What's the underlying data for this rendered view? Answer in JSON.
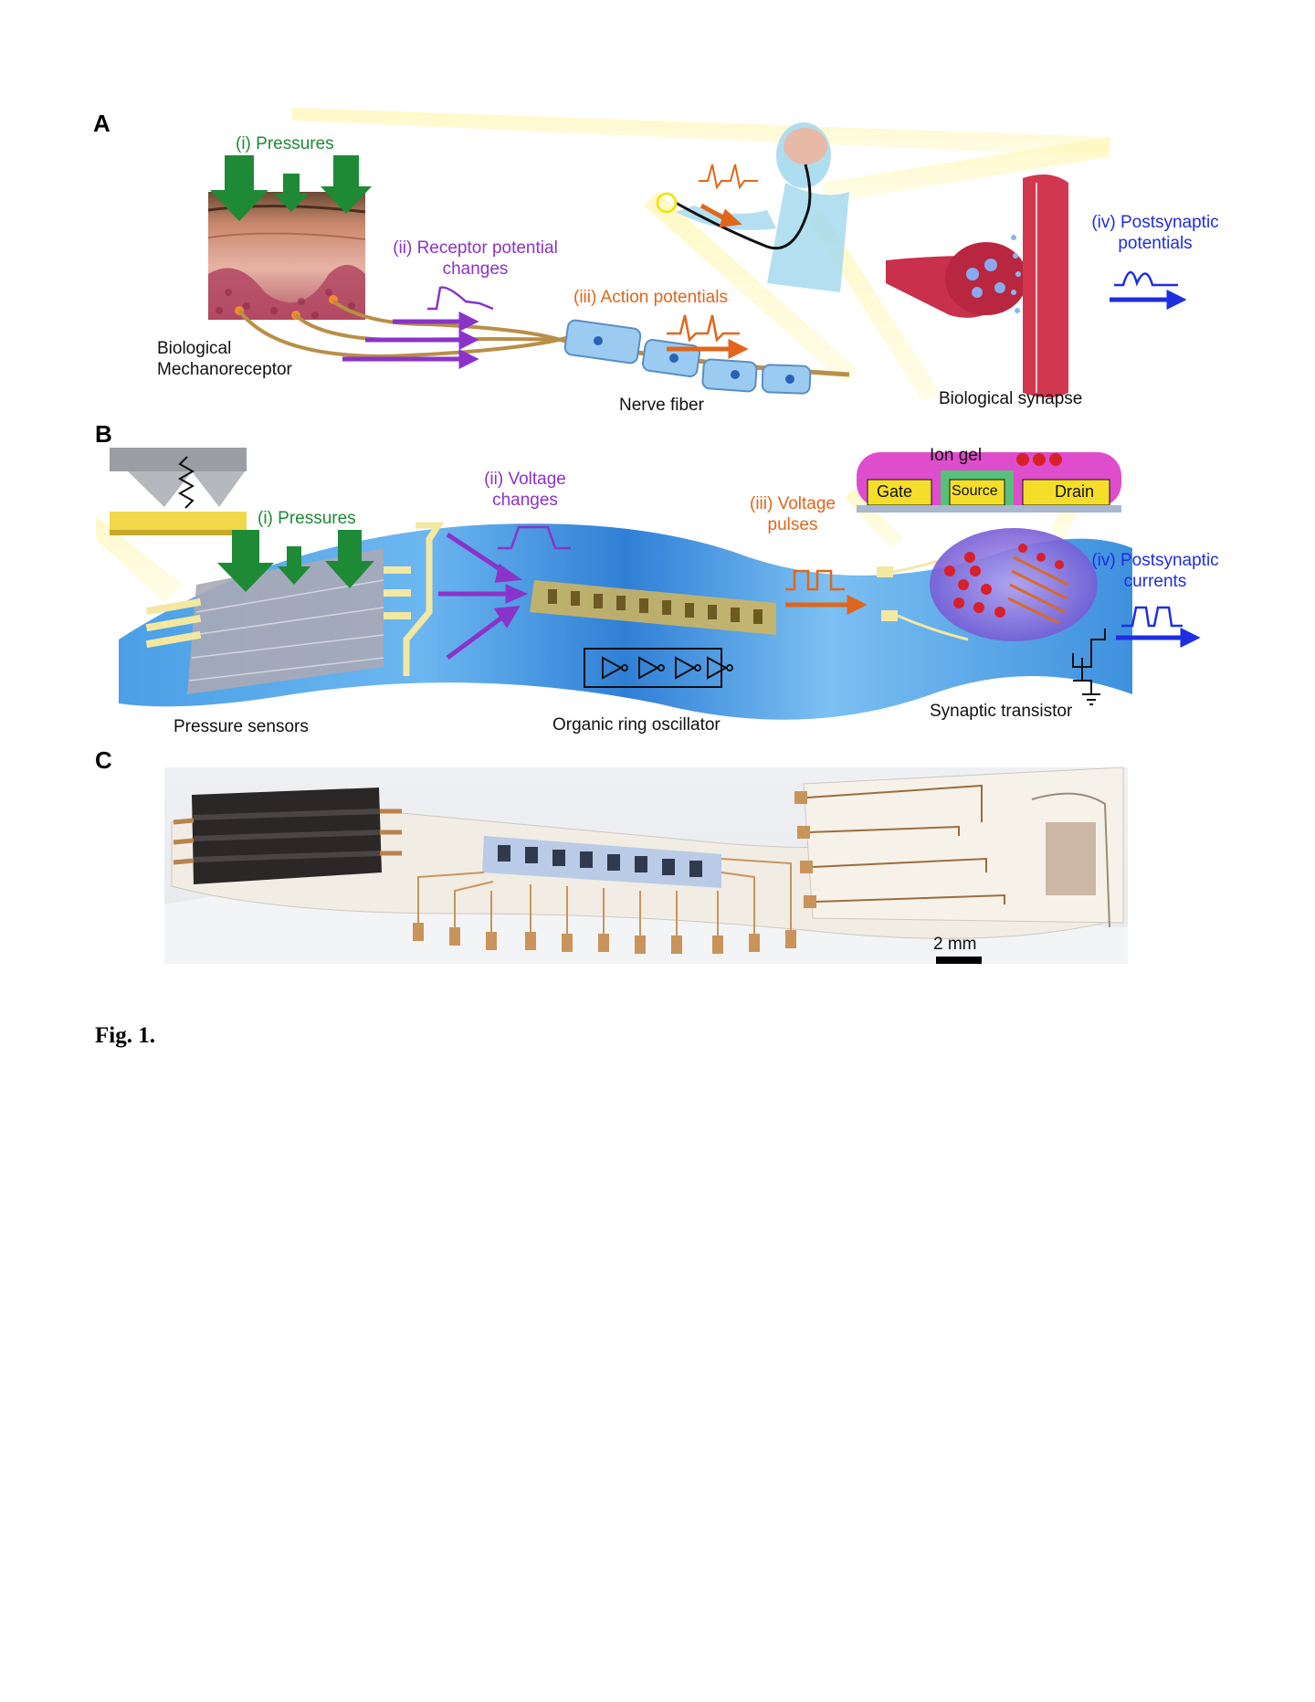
{
  "panels": {
    "a": {
      "letter": "A",
      "pressures": "(i) Pressures",
      "receptor_line1": "(ii) Receptor potential",
      "receptor_line2": "changes",
      "action": "(iii) Action potentials",
      "postsyn_line1": "(iv) Postsynaptic",
      "postsyn_line2": "potentials",
      "bio_mech_line1": "Biological",
      "bio_mech_line2": "Mechanoreceptor",
      "nerve": "Nerve fiber",
      "synapse": "Biological synapse"
    },
    "b": {
      "letter": "B",
      "pressures": "(i) Pressures",
      "voltage_line1": "(ii) Voltage",
      "voltage_line2": "changes",
      "pulses_line1": "(iii) Voltage",
      "pulses_line2": "pulses",
      "postsyn_line1": "(iv) Postsynaptic",
      "postsyn_line2": "currents",
      "sensors": "Pressure sensors",
      "oscillator": "Organic ring oscillator",
      "transistor": "Synaptic transistor",
      "ion_gel": "Ion gel",
      "gate": "Gate",
      "source": "Source",
      "drain": "Drain"
    },
    "c": {
      "letter": "C",
      "scale": "2 mm"
    }
  },
  "caption": "Fig. 1.",
  "colors": {
    "green": "#1e8a35",
    "purple": "#8a33c9",
    "orange": "#e1661b",
    "blue": "#1e2ee0",
    "substrate": "#4aa3e8"
  }
}
